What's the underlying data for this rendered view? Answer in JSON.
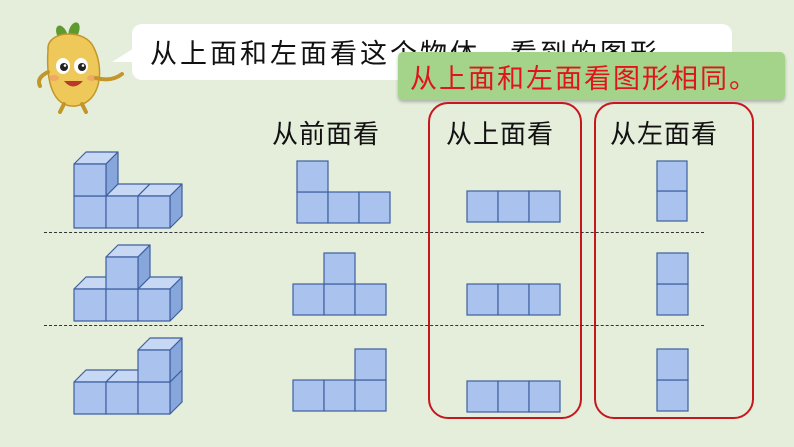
{
  "question": {
    "text": "从上面和左面看这个物体，看到的图形"
  },
  "answer": {
    "text": "从上面和左面看图形相同。"
  },
  "headers": {
    "front": "从前面看",
    "top": "从上面看",
    "left": "从左面看"
  },
  "colors": {
    "cube_face": "#a9c2ee",
    "cube_top": "#c7d8f5",
    "cube_side": "#87a6dc",
    "cube_edge": "#3f5fa0",
    "highlight": "#c8161d",
    "answer_text": "#e1131b",
    "answer_bg": "#a4d48a",
    "background": "#e4eedb"
  },
  "icons": {
    "mascot": "potato-mascot-icon"
  }
}
